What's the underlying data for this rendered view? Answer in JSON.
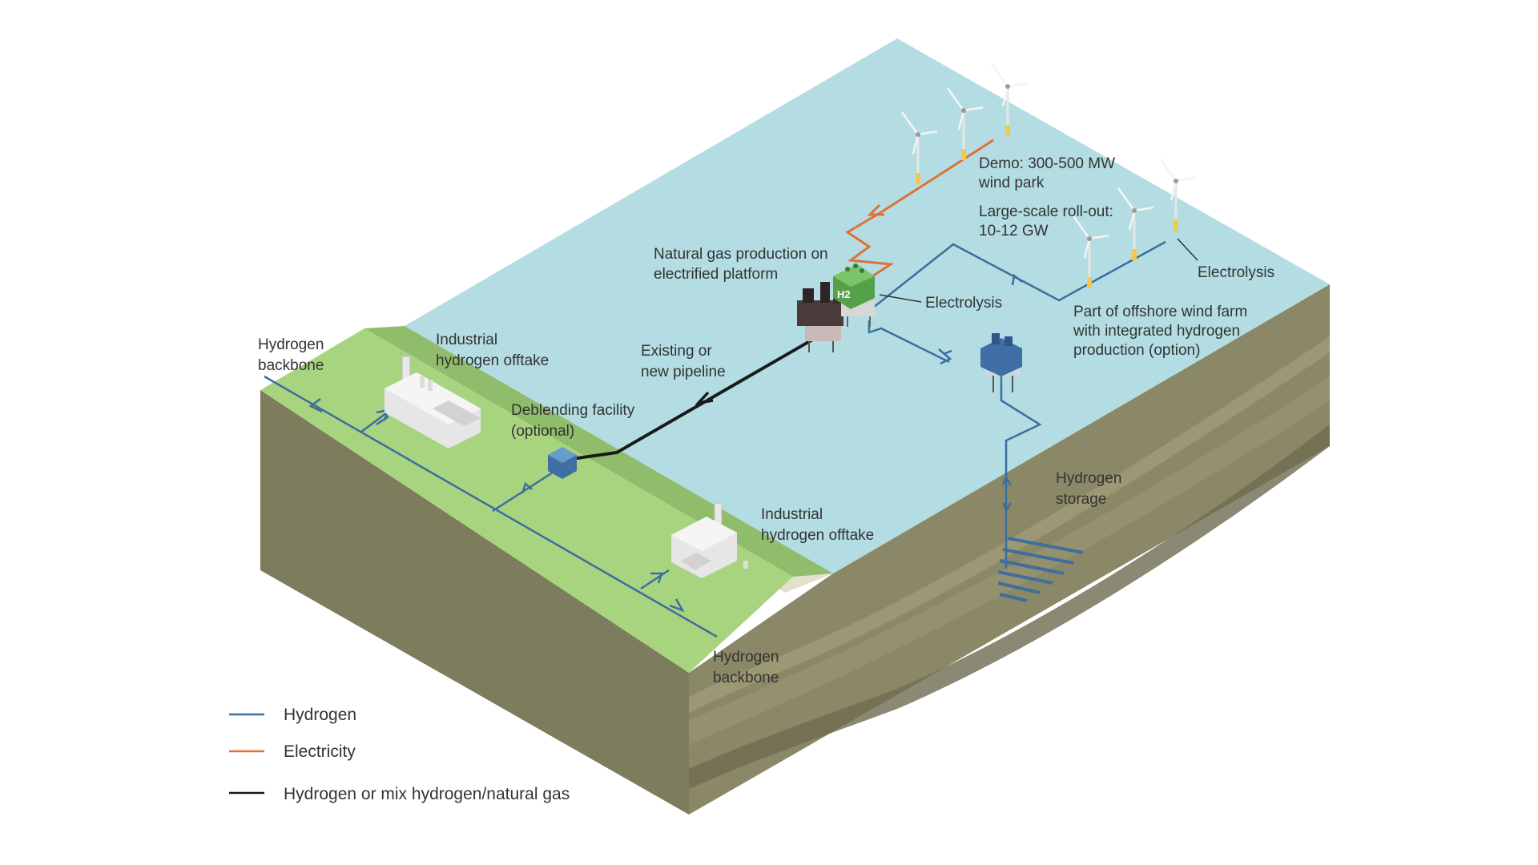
{
  "colors": {
    "sea": "#b3dde3",
    "land": "#a9d47f",
    "landDark": "#8fbd6b",
    "earth": "#7a7a5a",
    "earthDark": "#66654a",
    "hydrogen": "#3d6e9c",
    "electricity": "#e0703a",
    "mix": "#1a1a1a",
    "turbineBase": "#f2c94c"
  },
  "labels": {
    "demo_l1": "Demo: 300-500 MW",
    "demo_l2": "wind park",
    "rollout_l1": "Large-scale roll-out:",
    "rollout_l2": "10-12 GW",
    "natgas_l1": "Natural gas production on",
    "natgas_l2": "electrified platform",
    "electrolysis_a": "Electrolysis",
    "electrolysis_b": "Electrolysis",
    "offshore_l1": "Part of offshore wind farm",
    "offshore_l2": "with integrated hydrogen",
    "offshore_l3": "production (option)",
    "pipeline_l1": "Existing or",
    "pipeline_l2": "new pipeline",
    "deblend_l1": "Deblending facility",
    "deblend_l2": "(optional)",
    "ind_top_l1": "Industrial",
    "ind_top_l2": "hydrogen offtake",
    "ind_bot_l1": "Industrial",
    "ind_bot_l2": "hydrogen offtake",
    "backbone_top_l1": "Hydrogen",
    "backbone_top_l2": "backbone",
    "backbone_bot_l1": "Hydrogen",
    "backbone_bot_l2": "backbone",
    "storage_l1": "Hydrogen",
    "storage_l2": "storage",
    "h2_badge": "H2"
  },
  "legend": [
    {
      "label": "Hydrogen",
      "color": "#3d6e9c"
    },
    {
      "label": "Electricity",
      "color": "#e0703a"
    },
    {
      "label": "Hydrogen or mix hydrogen/natural gas",
      "color": "#1a1a1a"
    }
  ]
}
